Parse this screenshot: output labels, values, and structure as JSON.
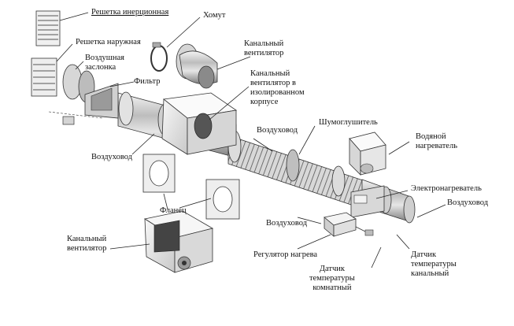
{
  "labels": {
    "grille_inertial": "Решетка инерционная",
    "grille_outer": "Решетка наружная",
    "air_damper": "Воздушная\nзаслонка",
    "filter": "Фильтр",
    "clamp": "Хомут",
    "duct_fan_top": "Канальный\nвентилятор",
    "duct_fan_insulated": "Канальный\nвентилятор в\nизолированном\nкорпусе",
    "duct_left": "Воздуховод",
    "duct_middle": "Воздуховод",
    "silencer": "Шумоглушитель",
    "water_heater": "Водяной\nнагреватель",
    "electric_heater": "Электронагреватель",
    "duct_right": "Воздуховод",
    "flange": "Фланец",
    "duct_fan_bottom": "Канальный\nвентилятор",
    "heat_regulator": "Регулятор нагрева",
    "room_temp_sensor": "Датчик\nтемпературы\nкомнатный",
    "duct_temp_sensor": "Датчик\nтемпературы\nканальный"
  }
}
